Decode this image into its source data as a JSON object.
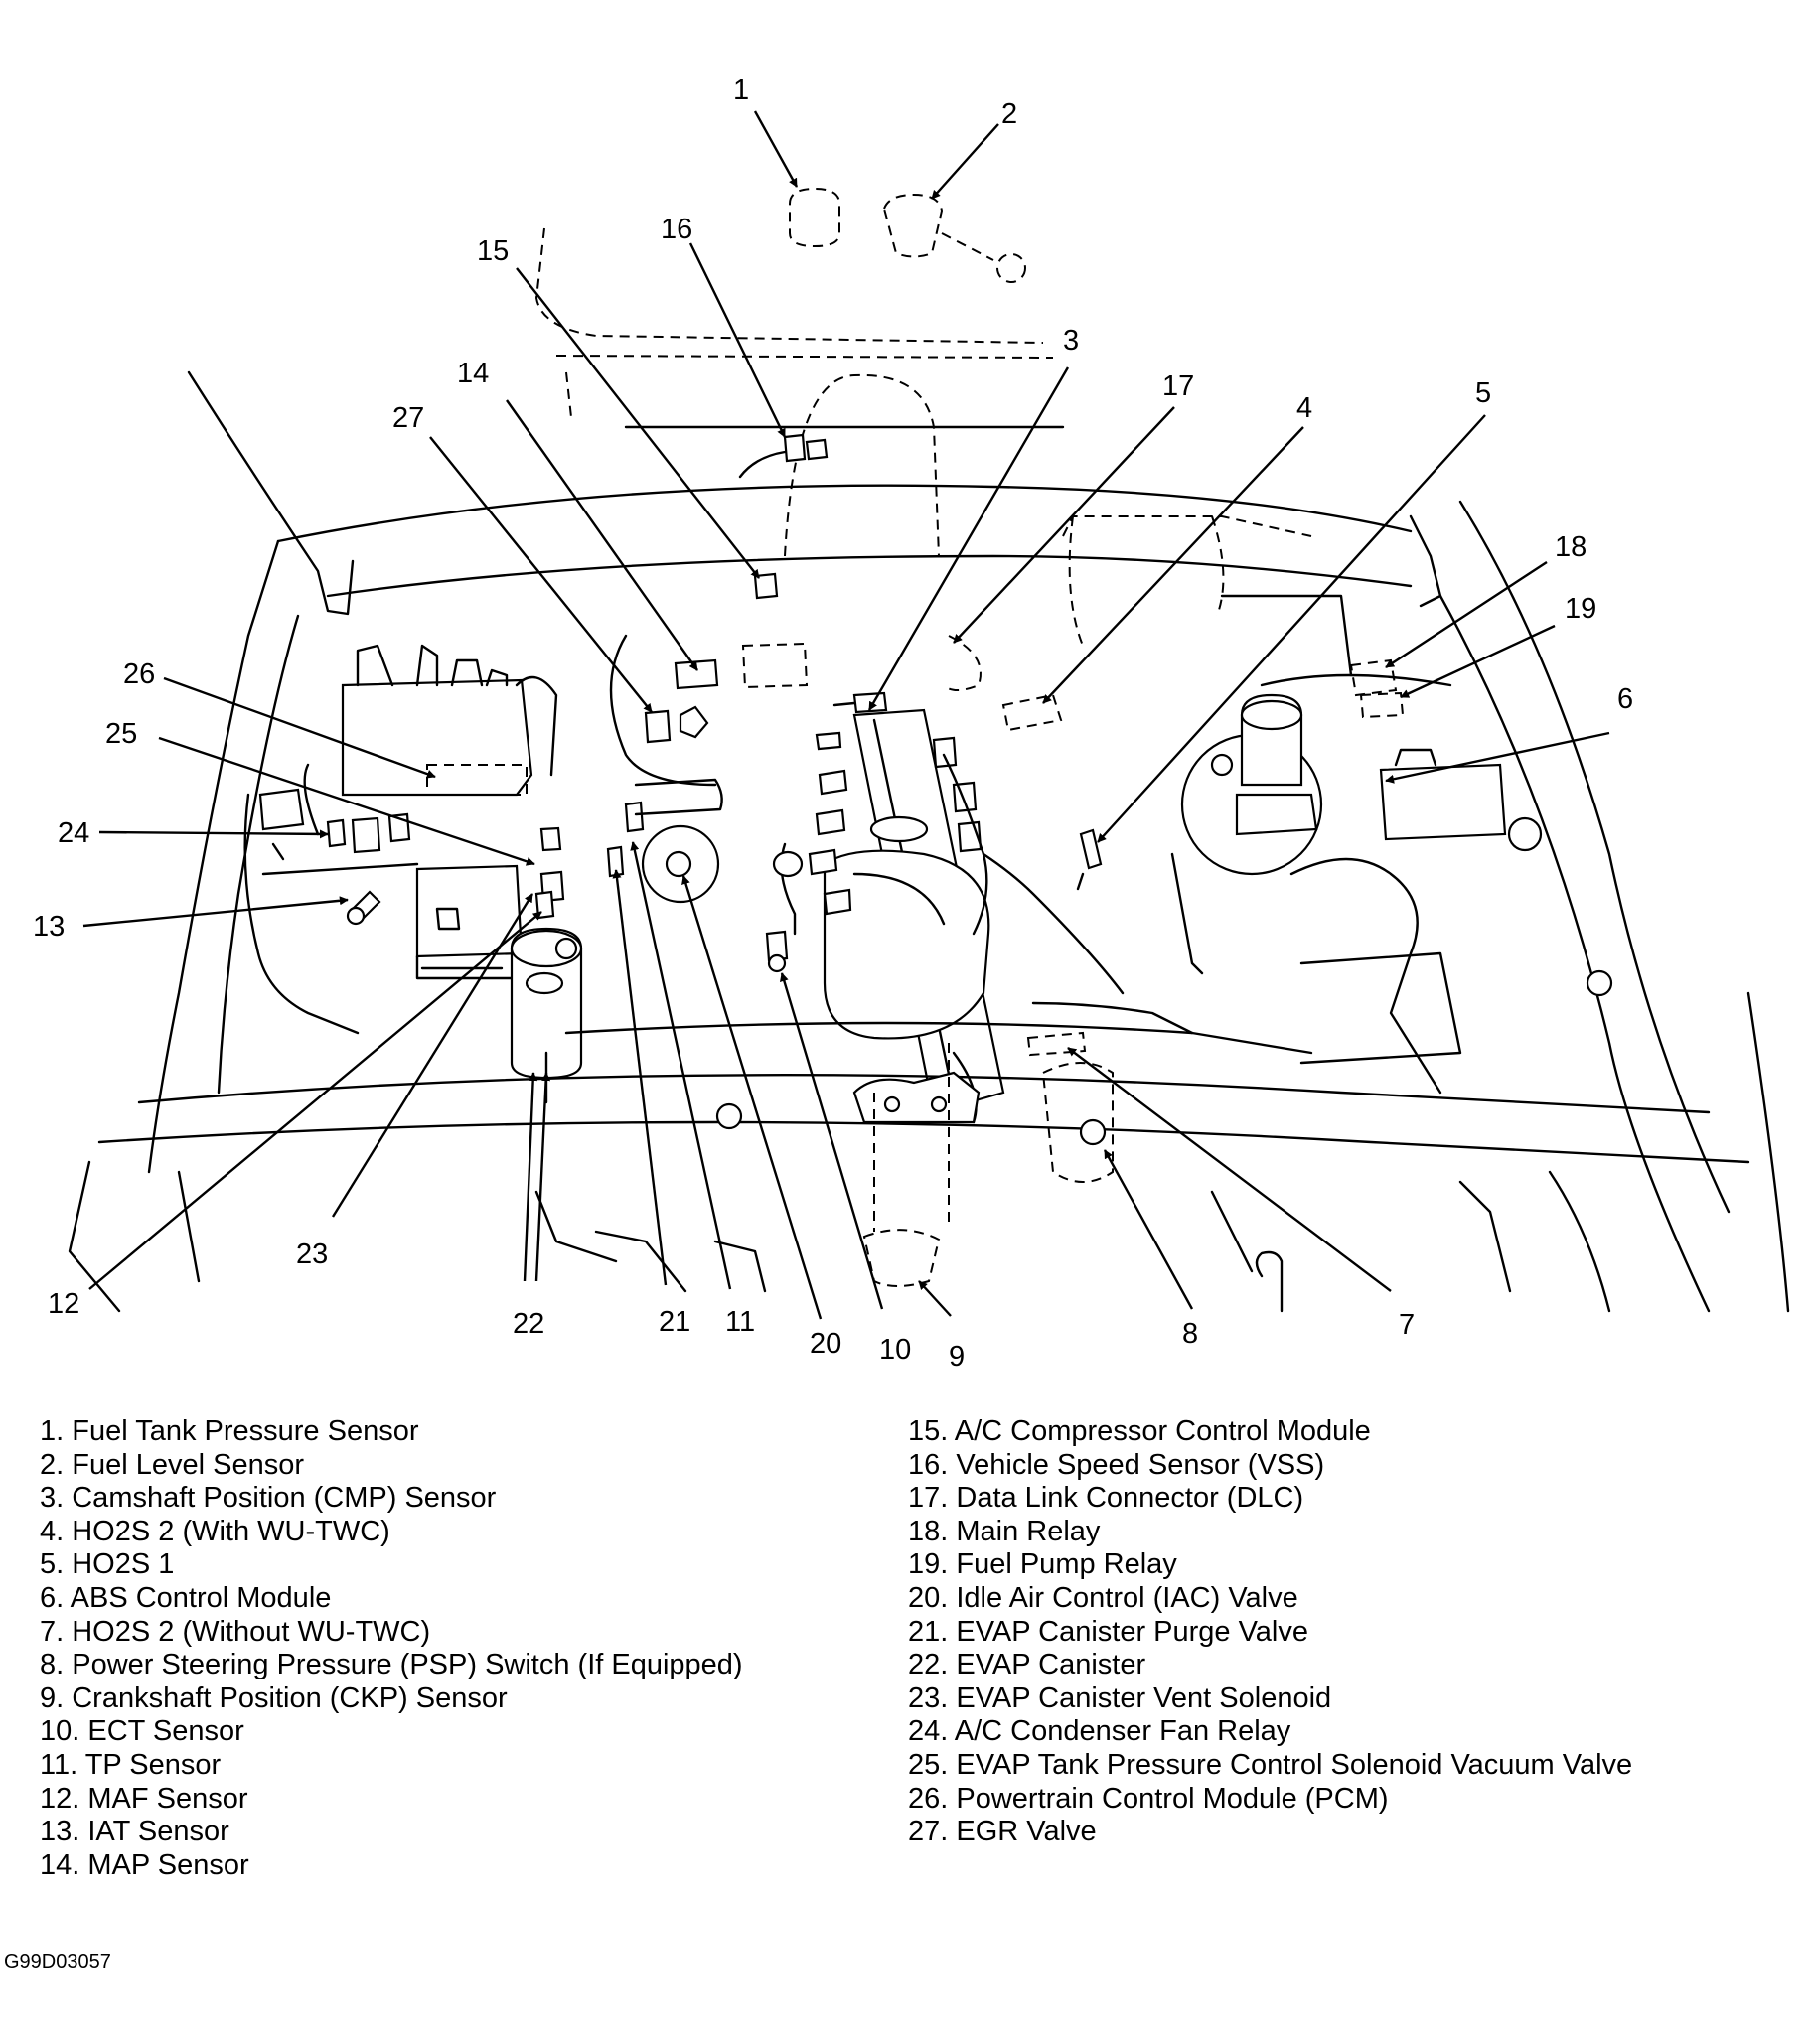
{
  "callouts": [
    "1",
    "2",
    "3",
    "4",
    "5",
    "6",
    "7",
    "8",
    "9",
    "10",
    "11",
    "12",
    "13",
    "14",
    "15",
    "16",
    "17",
    "18",
    "19",
    "20",
    "21",
    "22",
    "23",
    "24",
    "25",
    "26",
    "27"
  ],
  "legend_left": [
    "1. Fuel Tank Pressure Sensor",
    "2. Fuel Level Sensor",
    "3. Camshaft Position (CMP) Sensor",
    "4. HO2S 2 (With WU-TWC)",
    "5. HO2S 1",
    "6. ABS Control Module",
    "7. HO2S 2 (Without WU-TWC)",
    "8. Power Steering Pressure (PSP) Switch (If Equipped)",
    "9. Crankshaft Position (CKP) Sensor",
    "10. ECT Sensor",
    "11. TP Sensor",
    "12. MAF Sensor",
    "13. IAT Sensor",
    "14. MAP Sensor"
  ],
  "legend_right": [
    "15. A/C Compressor Control Module",
    "16. Vehicle Speed Sensor (VSS)",
    "17. Data Link Connector (DLC)",
    "18. Main Relay",
    "19. Fuel Pump Relay",
    "20. Idle Air Control (IAC) Valve",
    "21. EVAP Canister Purge Valve",
    "22. EVAP Canister",
    "23. EVAP Canister Vent Solenoid",
    "24. A/C Condenser Fan Relay",
    "25. EVAP Tank Pressure Control Solenoid Vacuum Valve",
    "26. Powertrain Control Module (PCM)",
    "27. EGR Valve"
  ],
  "figure_code": "G99D03057"
}
